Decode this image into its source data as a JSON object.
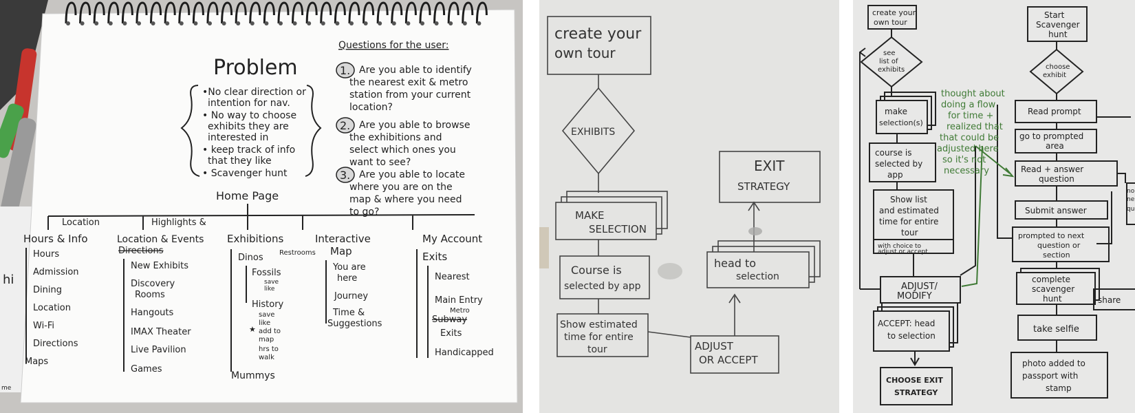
{
  "notebook": {
    "problem": {
      "title": "Problem",
      "bullets": [
        "•No clear direction or",
        "intention for nav.",
        "• No way to choose",
        "exhibits they are",
        "interested in",
        "• keep track of info",
        "that they like",
        "• Scavenger hunt"
      ]
    },
    "questions": {
      "heading": "Questions for the user:",
      "items": [
        {
          "num": "1.",
          "lines": [
            "Are you able to identify",
            "the nearest exit & metro",
            "station from your current",
            "location?"
          ]
        },
        {
          "num": "2.",
          "lines": [
            "Are you able to browse",
            "the exhibitions and",
            "select which ones you",
            "want to see?"
          ]
        },
        {
          "num": "3.",
          "lines": [
            "Are you able to locate",
            "where you are on the",
            "map & where you need",
            "to go?"
          ]
        }
      ]
    },
    "sitemap": {
      "root": "Home Page",
      "col1": {
        "above": "Location",
        "title": "Hours & Info",
        "items": [
          "Hours",
          "Admission",
          "Dining",
          "Location",
          "Wi-Fi",
          "Directions",
          "Maps"
        ]
      },
      "col2": {
        "above": "Highlights &",
        "title": "Location & Events",
        "title2": "Directions",
        "items": [
          "New Exhibits",
          "Discovery",
          "Rooms",
          "Hangouts",
          "IMAX Theater",
          "Live Pavilion",
          "Games"
        ]
      },
      "col3": {
        "title": "Exhibitions",
        "restrooms": "Restrooms",
        "items": [
          "Dinos",
          "Fossils",
          "save",
          "like",
          "History",
          "save",
          "like",
          "add to",
          "map",
          "hrs to",
          "walk",
          "Mummys"
        ]
      },
      "col4": {
        "title": "Interactive",
        "title2": "Map",
        "items": [
          "You are",
          "here",
          "Journey",
          "Time &",
          "Suggestions"
        ]
      },
      "col5": {
        "title": "My Account",
        "items": [
          "Exits",
          "Nearest",
          "Main Entry",
          "Metro",
          "Subway",
          "Exits",
          "Handicapped"
        ]
      }
    },
    "edge_left": [
      "hi",
      "me"
    ]
  },
  "whiteboard": {
    "start": [
      "create your",
      "own tour"
    ],
    "decision": "EXHIBITS",
    "make": [
      "MAKE",
      "SELECTION"
    ],
    "course": [
      "Course is",
      "selected by app"
    ],
    "show": [
      "Show estimated",
      "time for entire",
      "tour"
    ],
    "adjust": [
      "ADJUST",
      "OR ACCEPT"
    ],
    "head": [
      "head to",
      "selection"
    ],
    "exit": [
      "EXIT",
      "STRATEGY"
    ]
  },
  "flowchart": {
    "left": {
      "start": [
        "create your",
        "own tour"
      ],
      "decision": [
        "see",
        "list of",
        "exhibits"
      ],
      "make": [
        "make",
        "selection(s)"
      ],
      "course": [
        "course is",
        "selected by",
        "app"
      ],
      "show": [
        "Show list",
        "and estimated",
        "time for entire",
        "tour"
      ],
      "choice": [
        "with choice to",
        "adjust or accept"
      ],
      "adjust": [
        "ADJUST/",
        "MODIFY"
      ],
      "accept": [
        "ACCEPT: head",
        "to selection"
      ],
      "exit": [
        "CHOOSE EXIT",
        "STRATEGY"
      ]
    },
    "note": [
      "thought about",
      "doing a flow",
      "for time +",
      "realized that",
      "that could be",
      "adjusted here",
      "so it's not",
      "necessary"
    ],
    "right": {
      "start": [
        "Start",
        "Scavenger",
        "hunt"
      ],
      "decision": [
        "choose",
        "exhibit"
      ],
      "read": "Read prompt",
      "goto": [
        "go to prompted",
        "area"
      ],
      "answer": [
        "Read + answer",
        "question"
      ],
      "submit": "Submit answer",
      "prompted": [
        "prompted to next",
        "question or",
        "section"
      ],
      "complete": [
        "complete",
        "scavenger",
        "hunt"
      ],
      "selfie": "take selfie",
      "photo": [
        "photo added to",
        "passport with",
        "stamp"
      ],
      "edge1": [
        "no",
        "ne...",
        "quest"
      ],
      "share": "share"
    }
  }
}
